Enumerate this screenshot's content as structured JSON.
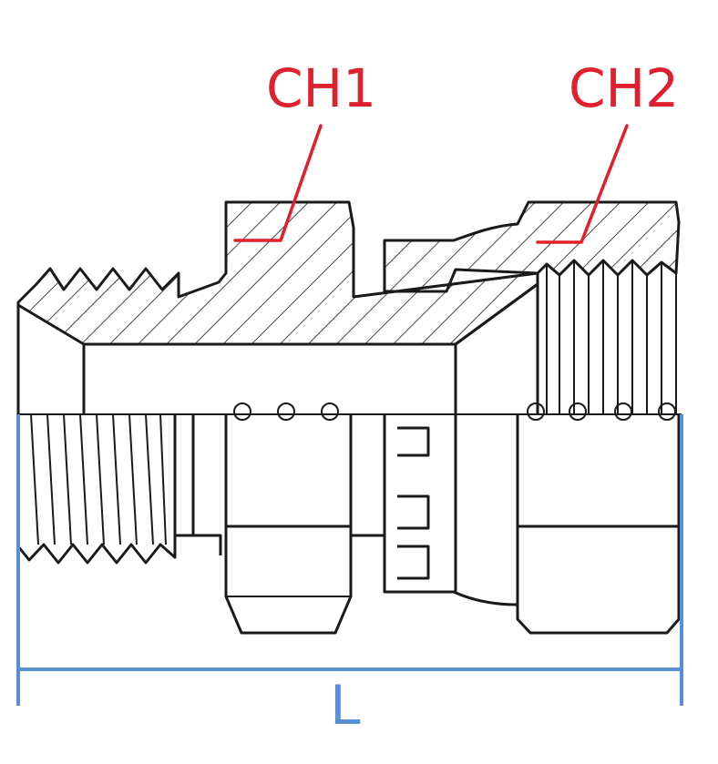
{
  "labels": {
    "ch1": "CH1",
    "ch2": "CH2",
    "length": "L"
  },
  "colors": {
    "callout": "#e0202e",
    "dimension": "#5b8fd4",
    "outline": "#1a1a1a",
    "background": "#ffffff"
  }
}
